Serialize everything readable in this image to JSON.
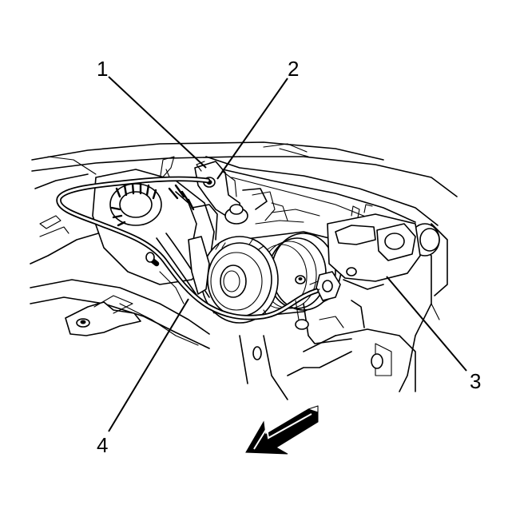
{
  "callouts": [
    {
      "id": "1",
      "label": "1"
    },
    {
      "id": "2",
      "label": "2"
    },
    {
      "id": "3",
      "label": "3"
    },
    {
      "id": "4",
      "label": "4"
    }
  ],
  "icons": {
    "direction_arrow": "front-direction-arrow-icon"
  }
}
